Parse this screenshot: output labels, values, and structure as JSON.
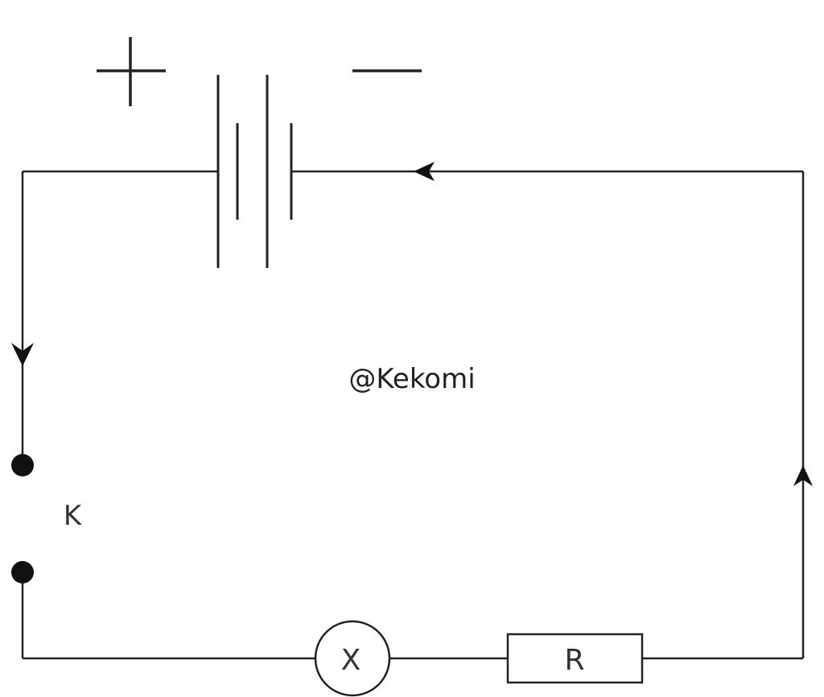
{
  "diagram": {
    "battery_polarity": {
      "positive": "+",
      "negative": "−"
    },
    "switch_label": "K",
    "lamp_label": "X",
    "resistor_label": "R",
    "watermark": "@Kekomi"
  },
  "colors": {
    "line": "#222222",
    "background": "#ffffff"
  },
  "icons": {
    "battery": "battery-icon",
    "lamp": "lamp-icon",
    "resistor": "resistor-icon",
    "switch": "switch-terminal-icon",
    "arrow": "current-arrow-icon"
  }
}
